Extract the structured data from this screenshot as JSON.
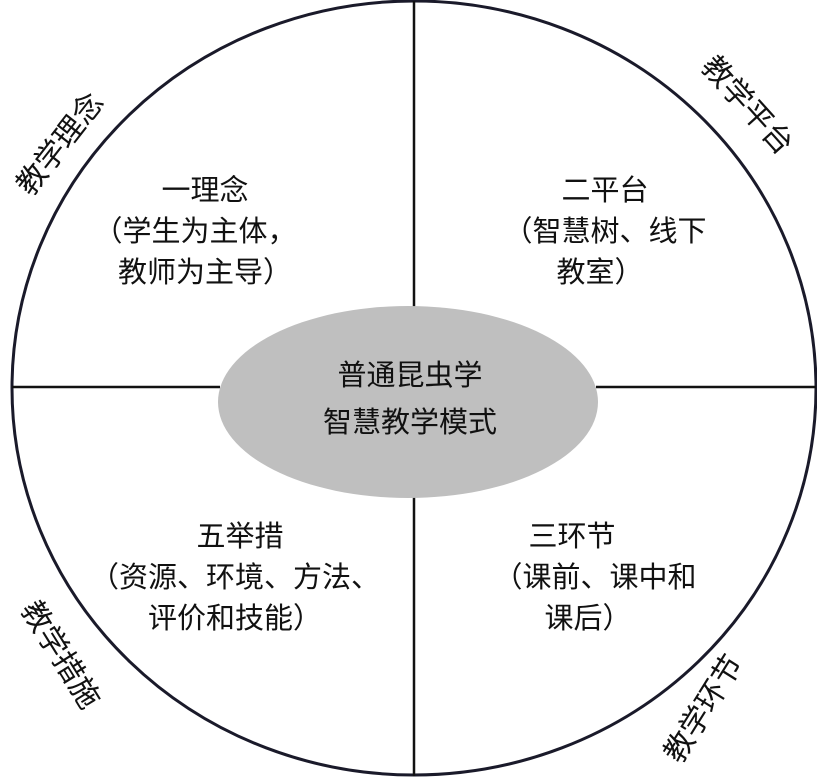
{
  "center": {
    "lines": [
      "普通昆虫学",
      "智慧教学模式"
    ],
    "fill": "#bfbfbf"
  },
  "quadrants": [
    {
      "id": "top-left",
      "lines": [
        "一理念",
        "（学生为主体，",
        "教师为主导）"
      ],
      "side_label": "教学理念"
    },
    {
      "id": "top-right",
      "lines": [
        "二平台",
        "（智慧树、线下",
        "教室）"
      ],
      "side_label": "教学平台"
    },
    {
      "id": "bottom-left",
      "lines": [
        "五举措",
        "（资源、环境、方法、",
        "评价和技能）"
      ],
      "side_label": "教学措施"
    },
    {
      "id": "bottom-right",
      "lines": [
        "三环节",
        "（课前、课中和",
        "课后）"
      ],
      "side_label": "教学环节"
    }
  ]
}
